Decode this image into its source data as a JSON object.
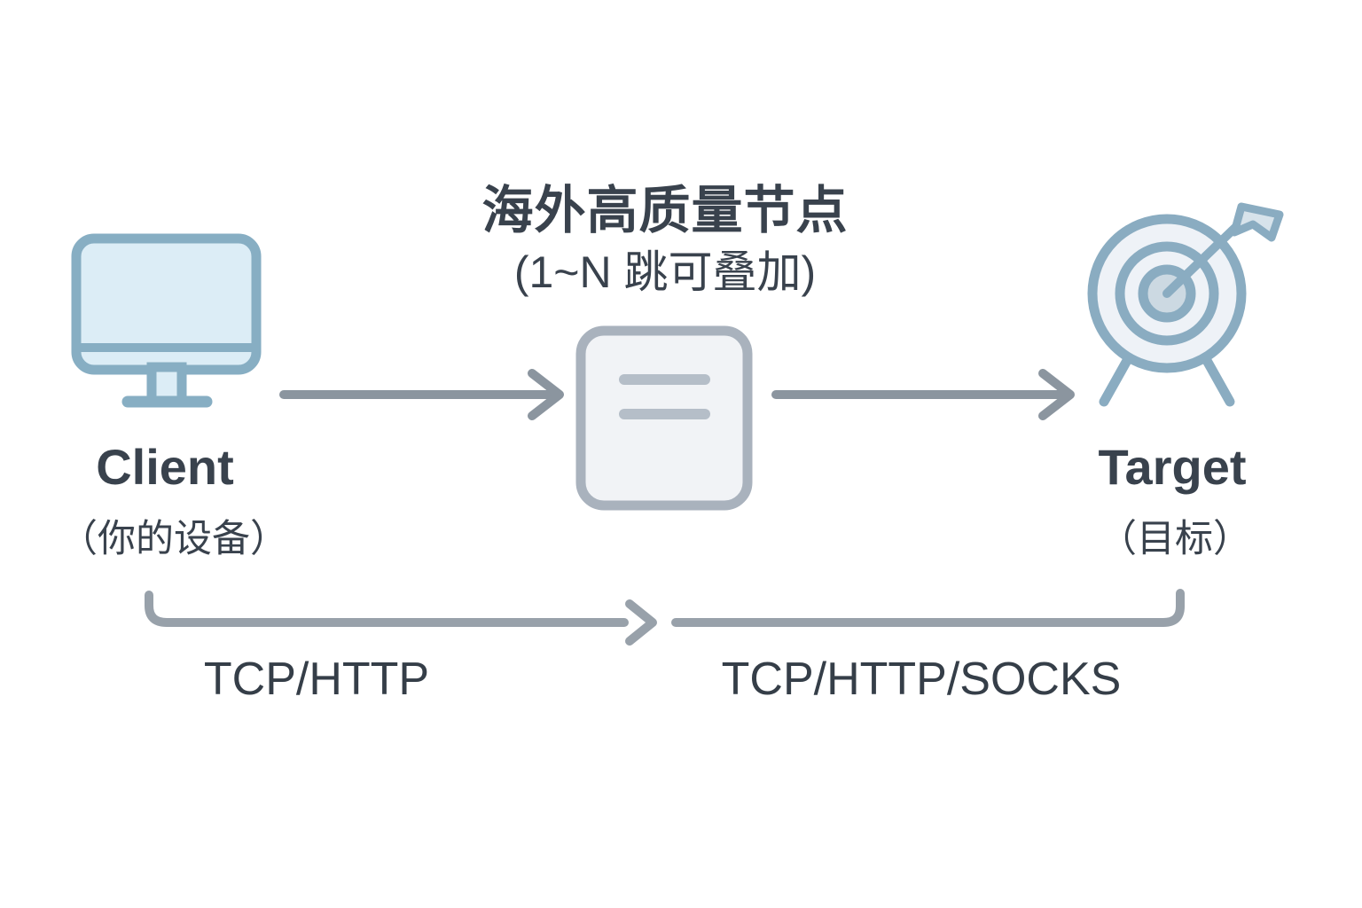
{
  "diagram": {
    "relay": {
      "title": "海外高质量节点",
      "subtitle": "(1~N 跳可叠加)"
    },
    "client": {
      "label": "Client",
      "sublabel": "（你的设备）"
    },
    "target": {
      "label": "Target",
      "sublabel": "（目标）"
    },
    "protocols": {
      "client_to_relay": "TCP/HTTP",
      "relay_to_target": "TCP/HTTP/SOCKS"
    }
  },
  "icons": {
    "client": "monitor-icon",
    "relay": "document-node-icon",
    "target": "bullseye-arrow-icon"
  },
  "colors": {
    "background": "#ffffff",
    "ink": "#39424d",
    "arrow_gray": "#8b959f",
    "connector_gray": "#98a1aa",
    "monitor_stroke": "#87aec3",
    "monitor_fill": "#dcedf6",
    "node_stroke": "#a9b2bd",
    "node_fill": "#f1f3f6",
    "node_lines": "#b5bec8",
    "target_stroke": "#8aacc1",
    "target_fill": "#eef2f7",
    "bullseye_fill": "#ccd9e2",
    "fletch_fill": "#d7e3eb"
  }
}
